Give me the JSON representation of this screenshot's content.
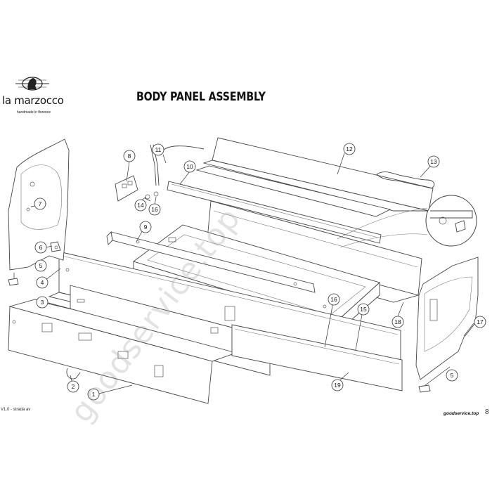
{
  "brand": {
    "name": "la marzocco",
    "tagline": "handmade in florence"
  },
  "title": "BODY PANEL ASSEMBLY",
  "footer": {
    "version": "V1.0 - strada av",
    "site": "goodservice.top",
    "page_number": "8"
  },
  "watermark": "goodservice.top",
  "parts": [
    {
      "id": "part-1",
      "label": "1"
    },
    {
      "id": "part-2",
      "label": "2"
    },
    {
      "id": "part-3",
      "label": "3"
    },
    {
      "id": "part-4",
      "label": "4"
    },
    {
      "id": "part-5a",
      "label": "5"
    },
    {
      "id": "part-5b",
      "label": "5"
    },
    {
      "id": "part-6",
      "label": "6"
    },
    {
      "id": "part-7",
      "label": "7"
    },
    {
      "id": "part-8",
      "label": "8"
    },
    {
      "id": "part-9",
      "label": "9"
    },
    {
      "id": "part-10",
      "label": "10"
    },
    {
      "id": "part-11",
      "label": "11"
    },
    {
      "id": "part-12",
      "label": "12"
    },
    {
      "id": "part-13",
      "label": "13"
    },
    {
      "id": "part-14",
      "label": "14"
    },
    {
      "id": "part-15",
      "label": "15"
    },
    {
      "id": "part-16a",
      "label": "16"
    },
    {
      "id": "part-16b",
      "label": "16"
    },
    {
      "id": "part-17",
      "label": "17"
    },
    {
      "id": "part-18",
      "label": "18"
    },
    {
      "id": "part-19",
      "label": "19"
    }
  ]
}
